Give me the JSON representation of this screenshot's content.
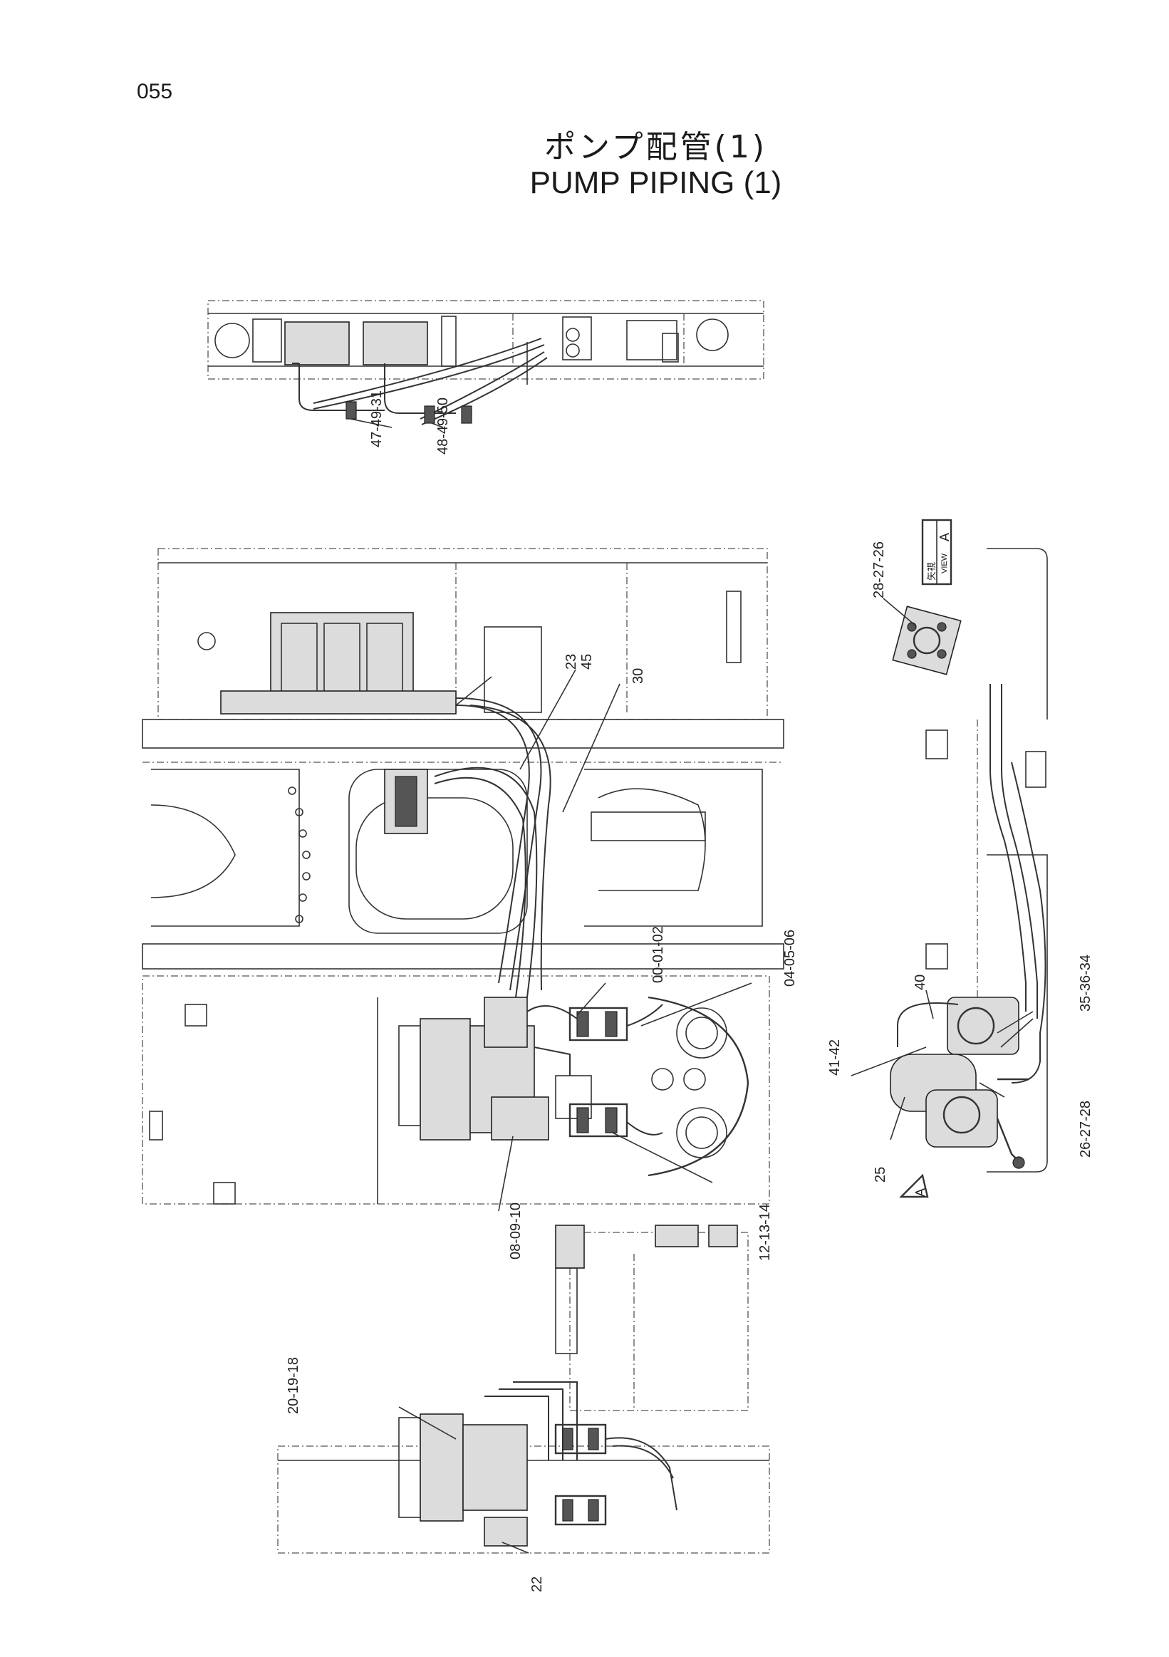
{
  "page": {
    "number": "055",
    "title_jp": "ポンプ配管(1)",
    "title_en": "PUMP PIPING (1)"
  },
  "view_marker": {
    "jp": "矢視",
    "en": "VIEW",
    "letter": "A",
    "arrow_letter": "A"
  },
  "labels": {
    "top": [
      "47-49-31",
      "48-49-50"
    ],
    "middle": [
      "23",
      "45",
      "30",
      "00-01-02",
      "04-05-06",
      "08-09-10",
      "12-13-14"
    ],
    "right": [
      "28-27-26",
      "40",
      "35-36-34",
      "41-42",
      "25",
      "26-27-28"
    ],
    "bottom": [
      "20-19-18",
      "22"
    ]
  }
}
